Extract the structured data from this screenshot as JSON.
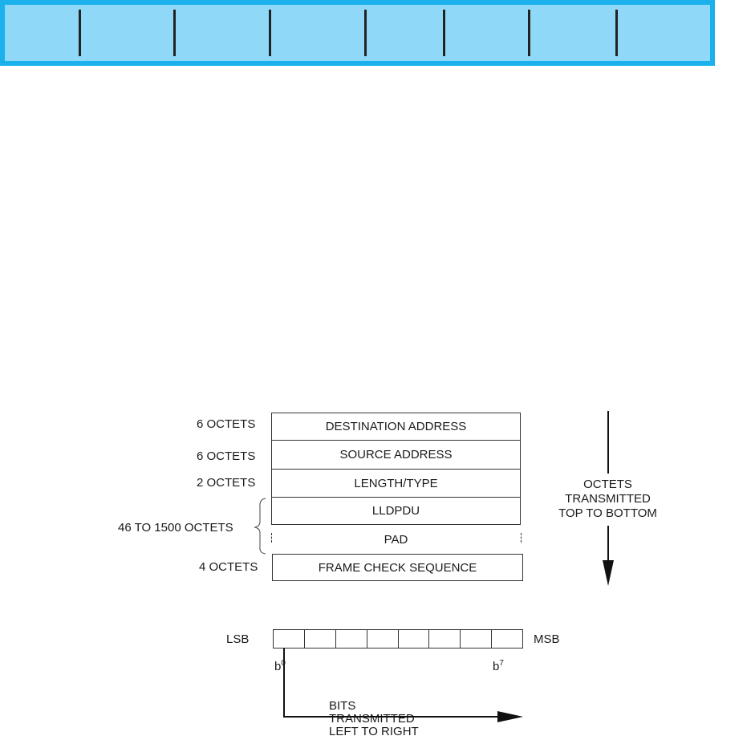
{
  "frame": {
    "rows": [
      {
        "size": "6 OCTETS",
        "field": "DESTINATION ADDRESS"
      },
      {
        "size": "6 OCTETS",
        "field": "SOURCE ADDRESS"
      },
      {
        "size": "2 OCTETS",
        "field": "LENGTH/TYPE"
      },
      {
        "size": "",
        "field": "LLDPDU"
      },
      {
        "size": "",
        "field": "PAD"
      },
      {
        "size": "4 OCTETS",
        "field": "FRAME CHECK SEQUENCE"
      }
    ],
    "brace_label": "46 TO 1500 OCTETS"
  },
  "octet_order": {
    "line1": "OCTETS",
    "line2": "TRANSMITTED",
    "line3": "TOP TO BOTTOM"
  },
  "bits": {
    "lsb": "LSB",
    "msb": "MSB",
    "b0": "b",
    "b0_sup": "0",
    "b7": "b",
    "b7_sup": "7",
    "line1": "BITS",
    "line2": "TRANSMITTED",
    "line3": "LEFT TO RIGHT"
  },
  "colors": {
    "top_bar_fill": "#8fd8f7",
    "top_bar_border": "#1ab1ec"
  }
}
